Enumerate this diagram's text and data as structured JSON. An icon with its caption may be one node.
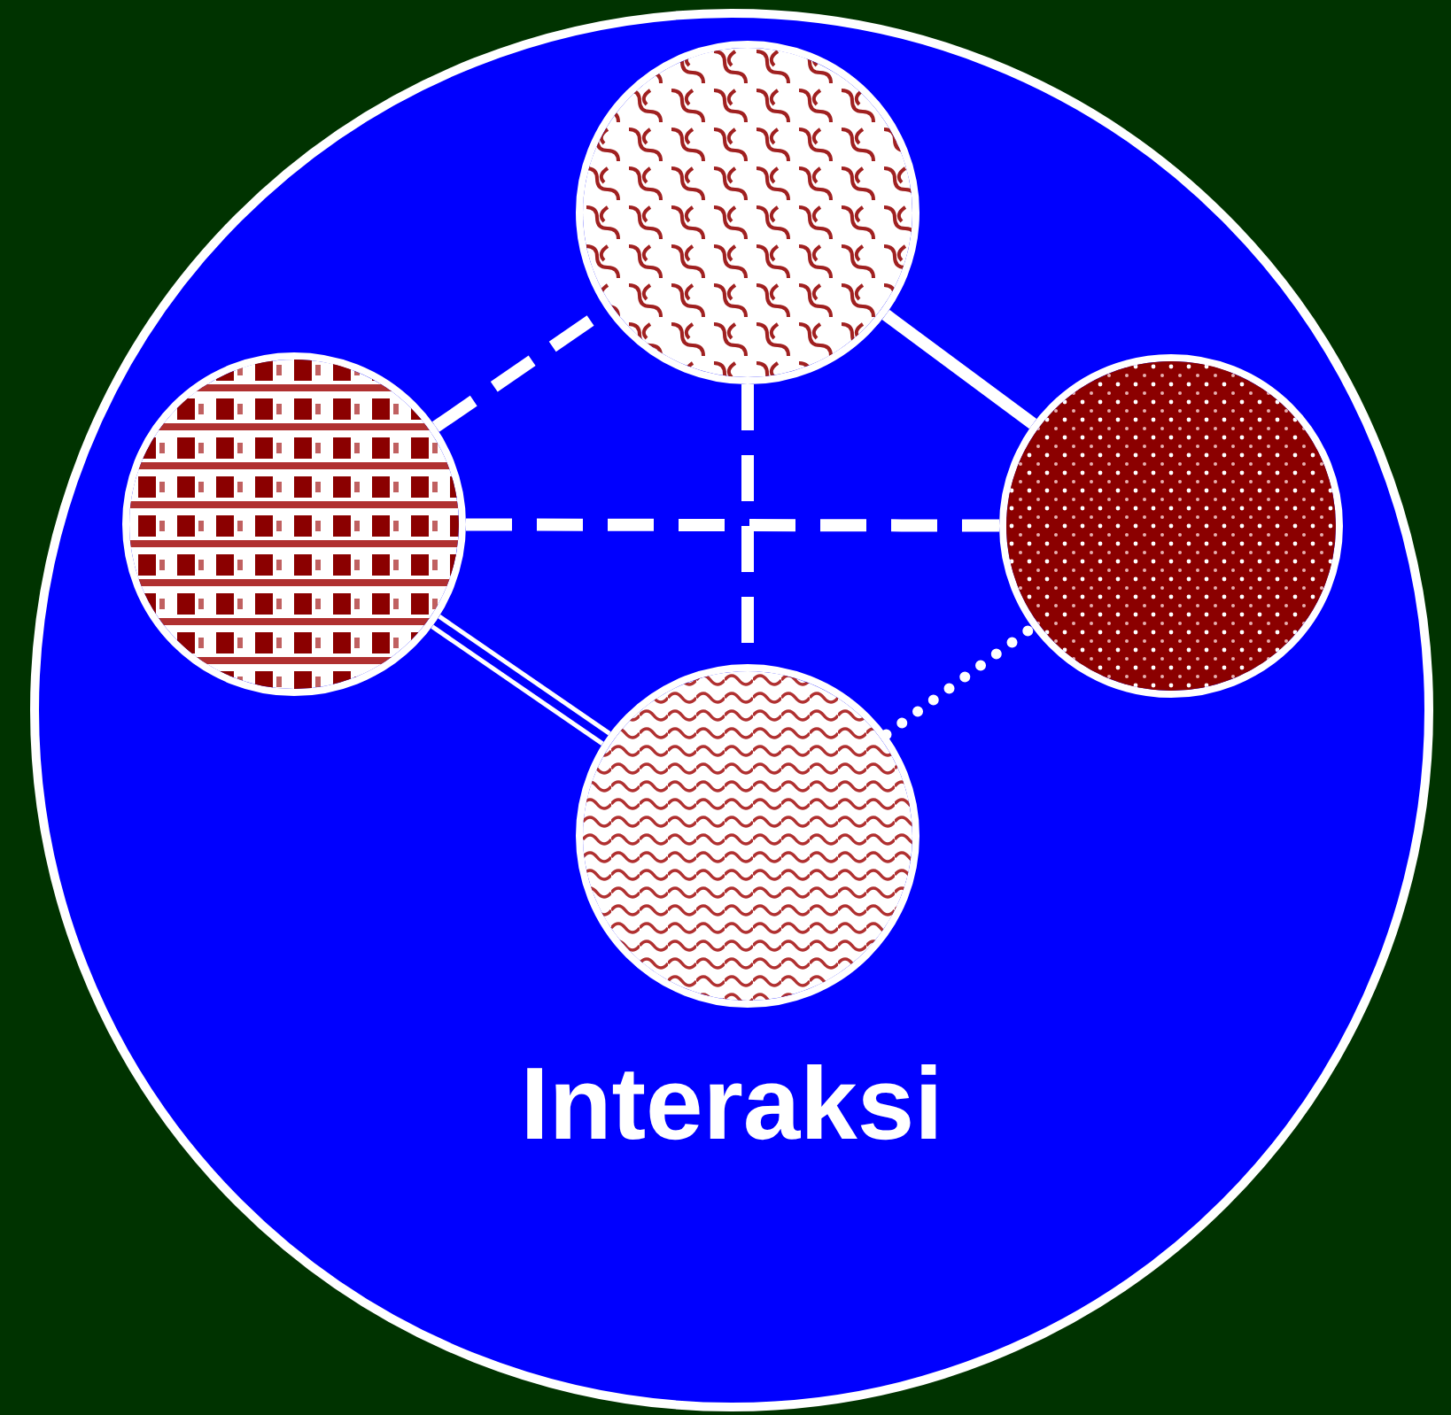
{
  "diagram": {
    "nodes": [
      {
        "text": [
          "Interaksi"
        ]
      },
      {
        "text": [],
        "shape": "circle",
        "in": 0
      },
      {
        "text": [],
        "shape": "circle",
        "in": 0
      },
      {
        "text": [],
        "shape": "circle",
        "in": 0
      },
      {
        "text": [],
        "shape": "circle",
        "in": 0
      }
    ],
    "edges": [
      {
        "from": 2,
        "to": 1,
        "arrow": "none",
        "style": "dashed"
      },
      {
        "from": 1,
        "to": 3,
        "arrow": "none"
      },
      {
        "from": 2,
        "to": 3,
        "arrow": "none",
        "style": "dashed"
      },
      {
        "from": 1,
        "to": 4,
        "arrow": "none",
        "style": "dashed"
      },
      {
        "from": 2,
        "to": 4,
        "arrow": "none"
      },
      {
        "from": 4,
        "to": 3,
        "arrow": "none",
        "style": "dashed"
      }
    ]
  }
}
